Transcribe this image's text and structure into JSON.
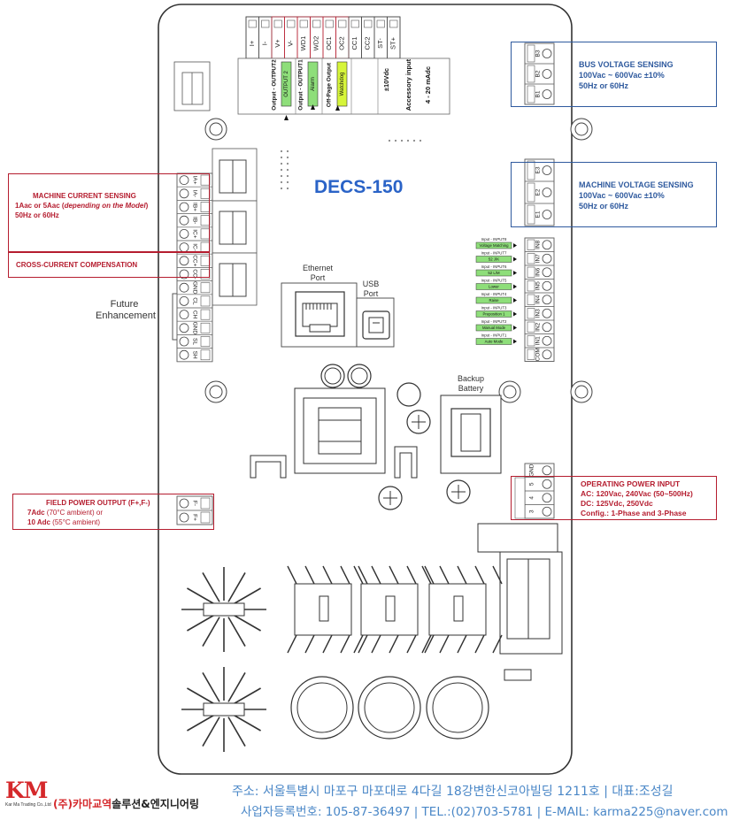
{
  "device": {
    "title": "DECS-150",
    "ethernet_label": "Ethernet Port",
    "usb_label": "USB Port",
    "backup_battery_label": "Backup Battery",
    "future_label": "Future Enhancement"
  },
  "top_terminals": [
    "ST+",
    "ST-",
    "CC2",
    "CC1",
    "OC2",
    "OC1",
    "WD2",
    "WD1",
    "V-",
    "V+",
    "I-",
    "I+"
  ],
  "top_outputs": [
    "Output - OUTPUT2",
    "Output - OUTPUT1",
    "Off-Page Output",
    "±10Vdc",
    "Accessory input",
    "4 - 20 mAdc"
  ],
  "top_output_tags": [
    "OUTPUT 2",
    "Alarm",
    "Watchdog"
  ],
  "bus_terminals": [
    "B3",
    "B2",
    "B1"
  ],
  "machine_terminals": [
    "E3",
    "E2",
    "E1"
  ],
  "input_terminals": [
    "IN8",
    "IN7",
    "IN6",
    "IN5",
    "IN4",
    "IN3",
    "IN2",
    "IN1",
    "COM"
  ],
  "input_labels": [
    {
      "head": "Input - INPUT8",
      "tag": "Voltage Matching"
    },
    {
      "head": "Input - INPUT7",
      "tag": "52 J/K"
    },
    {
      "head": "Input - INPUT6",
      "tag": "52 L/M"
    },
    {
      "head": "Input - INPUT5",
      "tag": "Lower"
    },
    {
      "head": "Input - INPUT4",
      "tag": "Raise"
    },
    {
      "head": "Input - INPUT3",
      "tag": "Preposition 1"
    },
    {
      "head": "Input - INPUT2",
      "tag": "Manual Mode"
    },
    {
      "head": "Input - INPUT1",
      "tag": "Auto Mode"
    }
  ],
  "left_terminals": [
    "IA+",
    "IA-",
    "IB+",
    "IB-",
    "IC+",
    "IC-",
    "CC+",
    "CC-",
    "GND",
    "CL",
    "CH",
    "GND",
    "SL",
    "SH"
  ],
  "field_terminals": [
    "F-",
    "F+"
  ],
  "power_terminals": [
    "GND",
    "5",
    "4",
    "3"
  ],
  "callouts": {
    "bus": {
      "title": "BUS VOLTAGE SENSING",
      "line1": "100Vac ~ 600Vac   ±10%",
      "line2": "50Hz or 60Hz"
    },
    "machine": {
      "title": "MACHINE VOLTAGE SENSING",
      "line1": "100Vac ~ 600Vac  ±10%",
      "line2": "50Hz or 60Hz"
    },
    "current": {
      "title": "MACHINE CURRENT SENSING",
      "line1a": "1Aac or 5Aac (",
      "line1b": "depending on the Model",
      "line1c": ")",
      "line2": "50Hz or 60Hz"
    },
    "cross": {
      "title": "CROSS-CURRENT COMPENSATION"
    },
    "field": {
      "title": "FIELD POWER OUTPUT (F+,F-)",
      "line1a": "7Adc",
      "line1b": "    (70°C ambient) or",
      "line2a": "10 Adc",
      "line2b": " (55°C ambient)"
    },
    "power": {
      "title": "OPERATING POWER INPUT",
      "line1": "AC:  120Vac, 240Vac   (50~500Hz)",
      "line2": "DC:  125Vdc, 250Vdc",
      "line3": "Config.: 1-Phase and 3-Phase"
    }
  },
  "footer": {
    "logo_mark": "KM",
    "logo_sub": "Kar Ma Trading Co.,Ltd",
    "company": "(주)카마교역",
    "tagline": "솔루션&엔지니어링",
    "address": "주소: 서울특별시 마포구 마포대로 4다길 18강변한신코아빌딩 1211호  |  대표:조성길",
    "contact": "사업자등록번호: 105-87-36497  | TEL.:(02)703-5781  |  E-MAIL: karma225@naver.com"
  },
  "colors": {
    "blue": "#2f5a9e",
    "red": "#b51d2f",
    "green_tag": "#8ede7a",
    "footer_blue": "#4a87c7",
    "logo_red": "#d5282b"
  }
}
